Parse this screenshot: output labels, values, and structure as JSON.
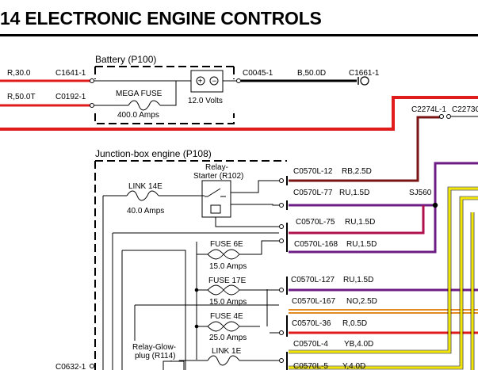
{
  "title": "14 ELECTRONIC ENGINE CONTROLS",
  "battery": {
    "title": "Battery (P100)",
    "voltage": "12.0 Volts",
    "fuse_label": "MEGA FUSE",
    "fuse_rating": "400.0 Amps",
    "connectors": [
      "C1641-1",
      "C0192-1",
      "C0045-1"
    ],
    "wires": [
      "R,30.0",
      "R,50.0T",
      "B,50.0D"
    ],
    "ground": "C1661-1"
  },
  "upper_right": {
    "connectors": [
      "C2274L-1",
      "C2273C"
    ]
  },
  "junction_box": {
    "title": "Junction-box engine (P108)",
    "relay_starter": [
      "Relay-",
      "Starter (R102)"
    ],
    "relay_glow": [
      "Relay-Glow-",
      "plug (R114)"
    ],
    "links": [
      {
        "name": "LINK 14E",
        "rating": "40.0 Amps"
      },
      {
        "name": "LINK 1E"
      }
    ],
    "fuses": [
      {
        "name": "FUSE 6E",
        "rating": "15.0 Amps"
      },
      {
        "name": "FUSE 17E",
        "rating": "15.0 Amps"
      },
      {
        "name": "FUSE 4E",
        "rating": "25.0 Amps"
      }
    ]
  },
  "harness": [
    {
      "conn": "C0570L-12",
      "wire": "RB,2.5D",
      "color": "#7a1414"
    },
    {
      "conn": "C0570L-77",
      "wire": "RU,1.5D",
      "color": "#6d1d86"
    },
    {
      "conn": "C0570L-75",
      "wire": "RU,1.5D",
      "color": "#b0104d"
    },
    {
      "conn": "C0570L-168",
      "wire": "RU,1.5D",
      "color": "#6d1d86"
    },
    {
      "conn": "C0570L-127",
      "wire": "RU,1.5D",
      "color": "#6d1d86"
    },
    {
      "conn": "C0570L-167",
      "wire": "NO,2.5D",
      "color": "#e38b22"
    },
    {
      "conn": "C0570L-36",
      "wire": "R,0.5D",
      "color": "#e01b1b"
    },
    {
      "conn": "C0570L-4",
      "wire": "YB,4.0D",
      "color": "#f2e600"
    },
    {
      "conn": "C0570L-5",
      "wire": "Y,4.0D",
      "color": "#f2e600"
    }
  ],
  "splice": "SJ560",
  "bottom_left_connector": "C0632-1",
  "colors": {
    "red": "#e01b1b",
    "dark_red": "#7a1414",
    "purple": "#6d1d86",
    "magenta": "#b0104d",
    "yellow": "#f2e600",
    "orange": "#e38b22"
  }
}
